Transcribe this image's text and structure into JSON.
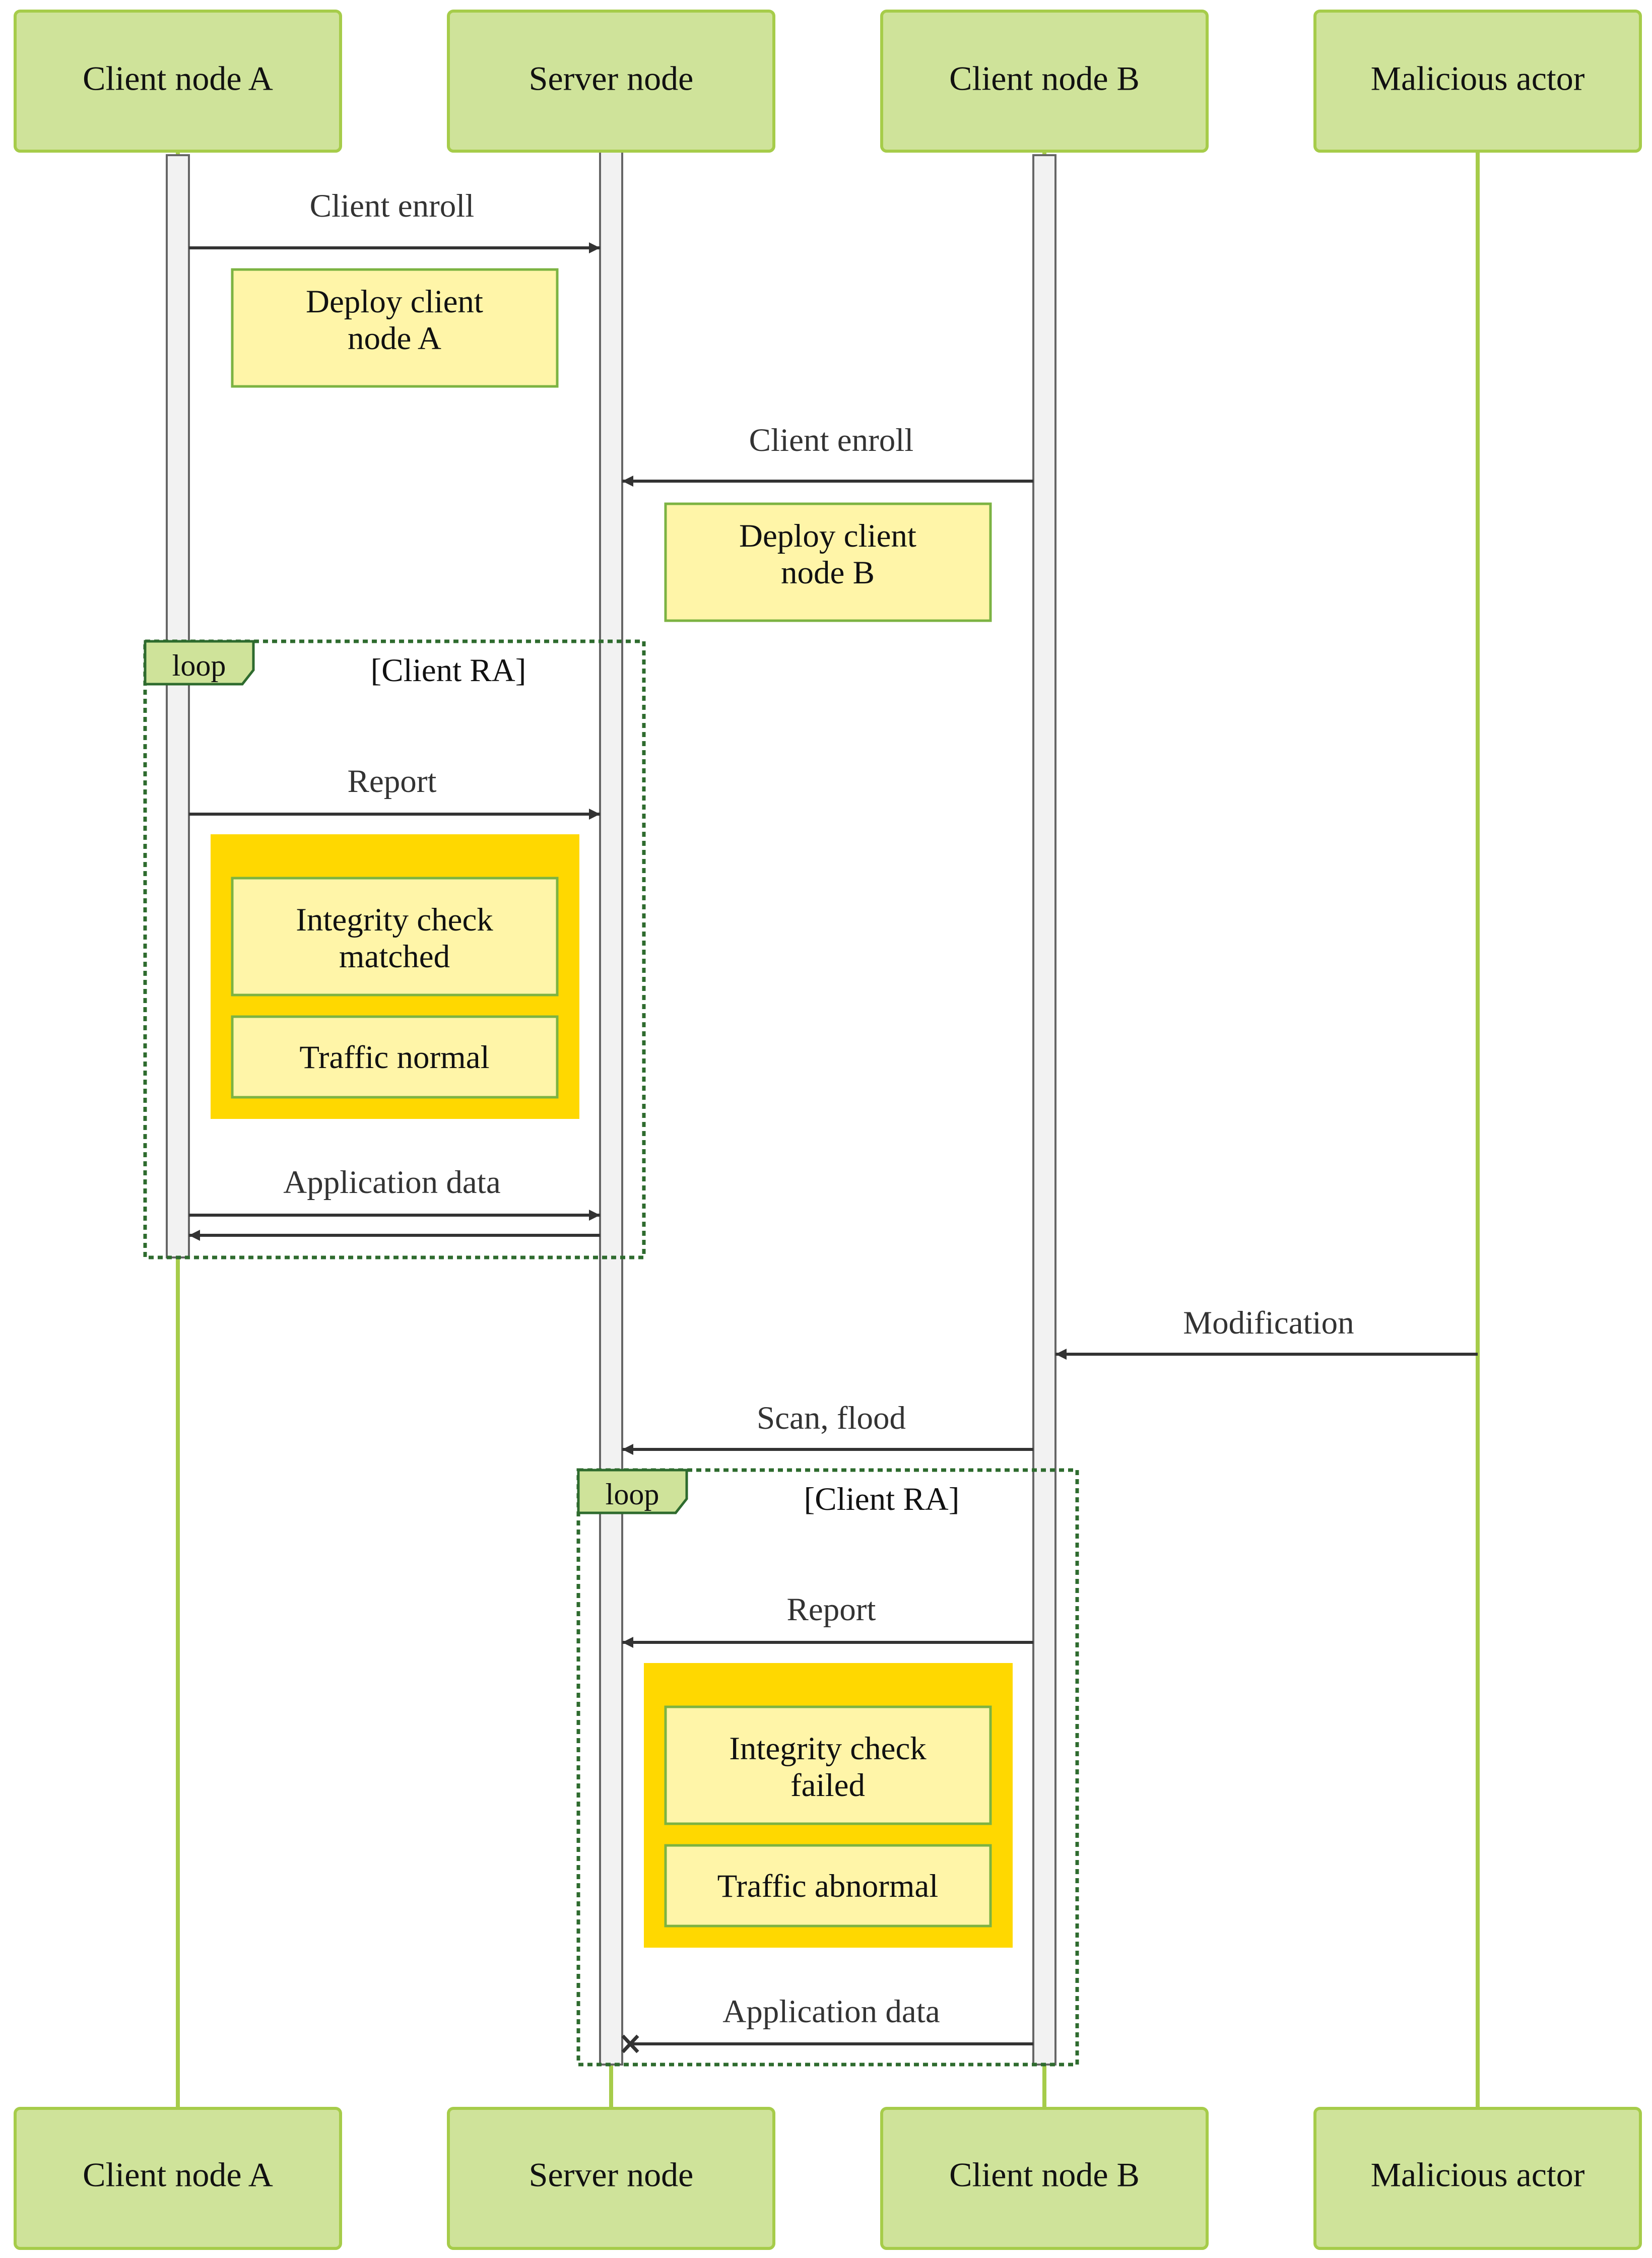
{
  "participants": [
    {
      "label": "Client node A"
    },
    {
      "label": "Server node"
    },
    {
      "label": "Client node B"
    },
    {
      "label": "Malicious actor"
    }
  ],
  "messages": {
    "enroll_a": "Client enroll",
    "enroll_b": "Client enroll",
    "report_a": "Report",
    "appdata_a": "Application data",
    "modification": "Modification",
    "scan_flood": "Scan, flood",
    "report_b": "Report",
    "appdata_b": "Application data"
  },
  "notes": {
    "deploy_a": [
      "Deploy client",
      "node A"
    ],
    "deploy_b": [
      "Deploy client",
      "node B"
    ],
    "integrity_matched": [
      "Integrity check",
      "matched"
    ],
    "traffic_normal": "Traffic normal",
    "integrity_failed": [
      "Integrity check",
      "failed"
    ],
    "traffic_abnormal": "Traffic abnormal"
  },
  "loops": [
    {
      "label": "loop",
      "condition": "[Client RA]"
    },
    {
      "label": "loop",
      "condition": "[Client RA]"
    }
  ],
  "colors": {
    "actor_fill": "#cfe39a",
    "actor_stroke": "#a6cc4a",
    "lifeline": "#a6cc4a",
    "activation_fill": "#f2f2f2",
    "activation_stroke": "#666666",
    "note_fill": "#fff5a8",
    "note_stroke": "#7cb342",
    "highlight_fill": "#ffd800",
    "loop_stroke": "#2e6b2e",
    "arrow": "#333333"
  }
}
